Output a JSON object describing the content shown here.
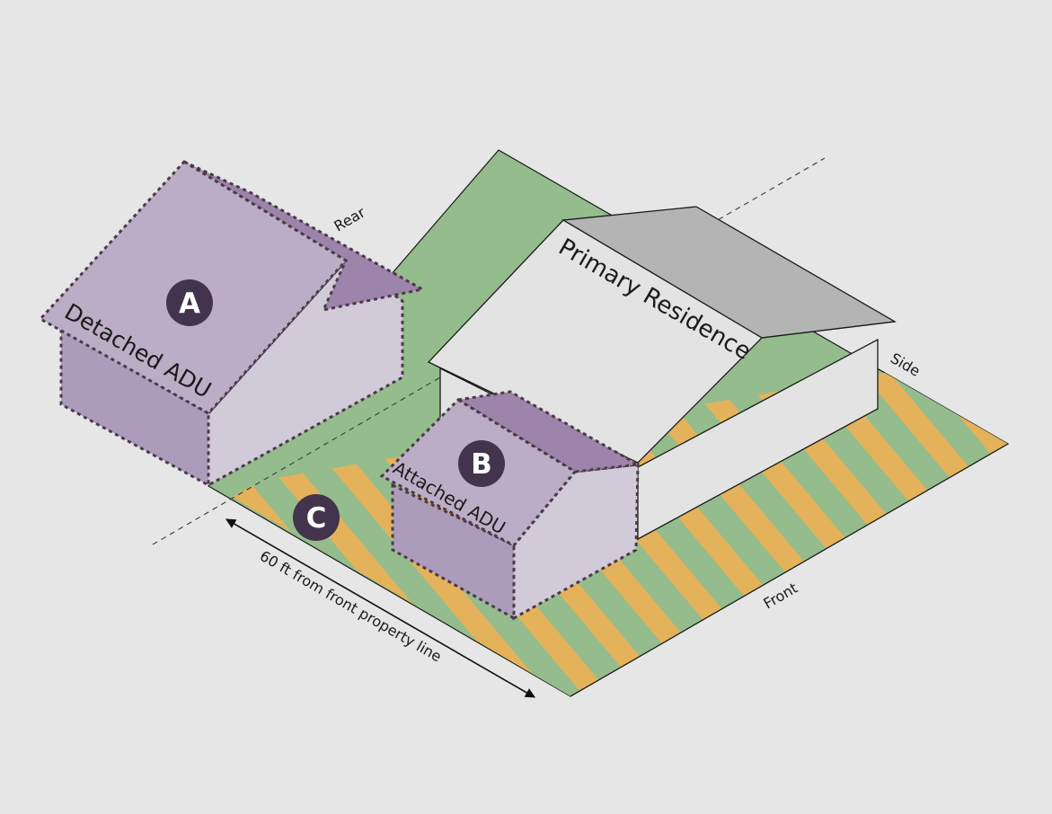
{
  "labels": {
    "rear": "Rear",
    "side": "Side",
    "front": "Front",
    "primary": "Primary Residence",
    "detached": "Detached ADU",
    "attached": "Attached ADU",
    "distance": "60 ft from front property line"
  },
  "badges": {
    "a": "A",
    "b": "B",
    "c": "C"
  },
  "colors": {
    "background": "#e6e6e6",
    "lawn": "#94bc8c",
    "stripe": "#e3b25b",
    "adu_roof": "#bcadc6",
    "adu_wall_light": "#d1cad9",
    "adu_wall_dark": "#ad9bbb",
    "adu_gable": "#9d84aa",
    "house_roof": "#b4b4b4",
    "house_wall": "#e3e3e3",
    "badge": "#43334c",
    "dotted_outline": "#4a3a4a"
  }
}
